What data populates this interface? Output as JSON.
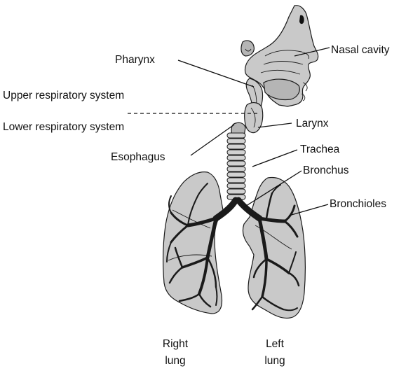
{
  "labels": {
    "pharynx": "Pharynx",
    "nasal_cavity": "Nasal cavity",
    "upper_system": "Upper respiratory system",
    "lower_system": "Lower respiratory system",
    "larynx": "Larynx",
    "esophagus": "Esophagus",
    "trachea": "Trachea",
    "bronchus": "Bronchus",
    "bronchioles": "Bronchioles",
    "right_lung_line1": "Right",
    "right_lung_line2": "lung",
    "left_lung_line1": "Left",
    "left_lung_line2": "lung"
  },
  "colors": {
    "organ_fill": "#c9c9c9",
    "line": "#111111",
    "background": "#ffffff"
  }
}
